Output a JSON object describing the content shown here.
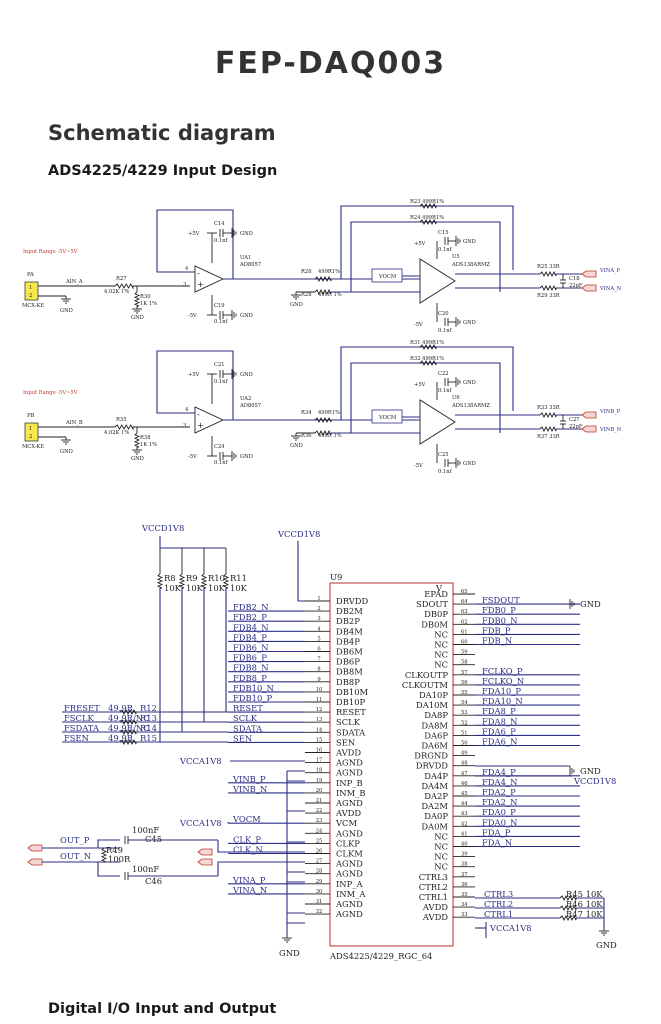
{
  "header": {
    "title": "FEP-DAQ003",
    "section_title": "Schematic diagram",
    "subsection_input": "ADS4225/4229 Input Design",
    "subsection_digital": "Digital I/O Input and Output"
  },
  "front_end": {
    "stages": [
      {
        "input_range": "Input Range -5V~5V",
        "connector": "PA",
        "connector_part": "MCX-KE",
        "pins": [
          "1",
          "2"
        ],
        "net": "AIN_A",
        "opamp": "UA1",
        "opamp_part": "AD8057",
        "r_in": "R27",
        "r_in_val": "4.02K 1%",
        "r_div": "R30",
        "r_div_val": "1K 1%",
        "cap_top": "C14",
        "cap_bot": "C19",
        "cap_val": "0.1nf",
        "supply_pos": "+5V",
        "supply_neg": "-5V",
        "gnd": "GND",
        "driver": "U5",
        "driver_part": "ADS138ARMZ",
        "r_fb1": "R23 499R1%",
        "r_fb2": "R24 499R1%",
        "r_ga": "R26",
        "r_ga_val": "499R1%",
        "r_gb": "R28",
        "r_gb_val": "499R 1%",
        "cap_u_top": "C15",
        "cap_u_bot": "C20",
        "vocm": "VOCM",
        "r_out_p": "R25",
        "r_out_n": "R29",
        "r_out_val": "33R",
        "cap_out": "C18",
        "cap_out_val": "22pF",
        "out_p": "VINA_P",
        "out_n": "VINA_N"
      },
      {
        "input_range": "Input Range -5V~5V",
        "connector": "PB",
        "connector_part": "MCX-KE",
        "pins": [
          "1",
          "2"
        ],
        "net": "AIN_B",
        "opamp": "UA2",
        "opamp_part": "AD8057",
        "r_in": "R35",
        "r_in_val": "4.02K 1%",
        "r_div": "R38",
        "r_div_val": "1K 1%",
        "cap_top": "C21",
        "cap_bot": "C24",
        "cap_val": "0.1nf",
        "supply_pos": "+5V",
        "supply_neg": "-5V",
        "gnd": "GND",
        "driver": "U6",
        "driver_part": "ADS138ARMZ",
        "r_fb1": "R31 499R1%",
        "r_fb2": "R32 499R1%",
        "r_ga": "R34",
        "r_ga_val": "499R1%",
        "r_gb": "R36",
        "r_gb_val": "499R 1%",
        "cap_u_top": "C22",
        "cap_u_bot": "C25",
        "vocm": "VOCM",
        "r_out_p": "R33",
        "r_out_n": "R37",
        "r_out_val": "33R",
        "cap_out": "C27",
        "cap_out_val": "22pF",
        "out_p": "VINB_P",
        "out_n": "VINB_N"
      }
    ]
  },
  "adc": {
    "ref": "U9",
    "part": "ADS4225/4229_RGC_64",
    "vccd_top": "VCCD1V8",
    "vccd_mid": "VCCD1V8",
    "vcca1": "VCCA1V8",
    "vcca2": "VCCA1V8",
    "vcca3": "VCCA1V8",
    "gnd": "GND",
    "pullups": [
      {
        "ref": "R8",
        "val": "10K"
      },
      {
        "ref": "R9",
        "val": "10K"
      },
      {
        "ref": "R10",
        "val": "10K"
      },
      {
        "ref": "R11",
        "val": "10K"
      }
    ],
    "left_pins": [
      {
        "num": "1",
        "name": "DRVDD",
        "net": ""
      },
      {
        "num": "2",
        "name": "DB2M",
        "net": "FDB2_N"
      },
      {
        "num": "3",
        "name": "DB2P",
        "net": "FDB2_P"
      },
      {
        "num": "4",
        "name": "DB4M",
        "net": "FDB4_N"
      },
      {
        "num": "5",
        "name": "DB4P",
        "net": "FDB4_P"
      },
      {
        "num": "6",
        "name": "DB6M",
        "net": "FDB6_N"
      },
      {
        "num": "7",
        "name": "DB6P",
        "net": "FDB6_P"
      },
      {
        "num": "8",
        "name": "DB8M",
        "net": "FDB8_N"
      },
      {
        "num": "9",
        "name": "DB8P",
        "net": "FDB8_P"
      },
      {
        "num": "10",
        "name": "DB10M",
        "net": "FDB10_N"
      },
      {
        "num": "11",
        "name": "DB10P",
        "net": "FDB10_P"
      },
      {
        "num": "12",
        "name": "RESET",
        "net": "RESET"
      },
      {
        "num": "13",
        "name": "SCLK",
        "net": "SCLK"
      },
      {
        "num": "14",
        "name": "SDATA",
        "net": "SDATA"
      },
      {
        "num": "15",
        "name": "SEN",
        "net": "SEN"
      },
      {
        "num": "16",
        "name": "AVDD",
        "net": ""
      },
      {
        "num": "17",
        "name": "AGND",
        "net": ""
      },
      {
        "num": "18",
        "name": "AGND",
        "net": ""
      },
      {
        "num": "19",
        "name": "INP_B",
        "net": "VINB_P"
      },
      {
        "num": "20",
        "name": "INM_B",
        "net": "VINB_N"
      },
      {
        "num": "21",
        "name": "AGND",
        "net": ""
      },
      {
        "num": "22",
        "name": "AVDD",
        "net": ""
      },
      {
        "num": "23",
        "name": "VCM",
        "net": "VOCM"
      },
      {
        "num": "24",
        "name": "AGND",
        "net": ""
      },
      {
        "num": "25",
        "name": "CLKP",
        "net": "CLK_P"
      },
      {
        "num": "26",
        "name": "CLKM",
        "net": "CLK_N"
      },
      {
        "num": "27",
        "name": "AGND",
        "net": ""
      },
      {
        "num": "28",
        "name": "AGND",
        "net": ""
      },
      {
        "num": "29",
        "name": "INP_A",
        "net": "VINA_P"
      },
      {
        "num": "30",
        "name": "INM_A",
        "net": "VINA_N"
      },
      {
        "num": "31",
        "name": "AGND",
        "net": ""
      },
      {
        "num": "32",
        "name": "AGND",
        "net": ""
      }
    ],
    "right_pins": [
      {
        "num": "65",
        "name": "EPAD",
        "net": ""
      },
      {
        "num": "64",
        "name": "SDOUT",
        "net": "FSDOUT"
      },
      {
        "num": "63",
        "name": "DB0P",
        "net": "FDB0_P"
      },
      {
        "num": "62",
        "name": "DB0M",
        "net": "FDB0_N"
      },
      {
        "num": "61",
        "name": "NC",
        "net": "FDB_P"
      },
      {
        "num": "60",
        "name": "NC",
        "net": "FDB_N"
      },
      {
        "num": "59",
        "name": "NC",
        "net": ""
      },
      {
        "num": "58",
        "name": "NC",
        "net": ""
      },
      {
        "num": "57",
        "name": "CLKOUTP",
        "net": "FCLKO_P"
      },
      {
        "num": "56",
        "name": "CLKOUTM",
        "net": "FCLKO_N"
      },
      {
        "num": "55",
        "name": "DA10P",
        "net": "FDA10_P"
      },
      {
        "num": "54",
        "name": "DA10M",
        "net": "FDA10_N"
      },
      {
        "num": "53",
        "name": "DA8P",
        "net": "FDA8_P"
      },
      {
        "num": "52",
        "name": "DA8M",
        "net": "FDA8_N"
      },
      {
        "num": "51",
        "name": "DA6P",
        "net": "FDA6_P"
      },
      {
        "num": "50",
        "name": "DA6M",
        "net": "FDA6_N"
      },
      {
        "num": "49",
        "name": "DRGND",
        "net": ""
      },
      {
        "num": "48",
        "name": "DRVDD",
        "net": ""
      },
      {
        "num": "47",
        "name": "DA4P",
        "net": "FDA4_P"
      },
      {
        "num": "46",
        "name": "DA4M",
        "net": "FDA4_N"
      },
      {
        "num": "45",
        "name": "DA2P",
        "net": "FDA2_P"
      },
      {
        "num": "44",
        "name": "DA2M",
        "net": "FDA2_N"
      },
      {
        "num": "43",
        "name": "DA0P",
        "net": "FDA0_P"
      },
      {
        "num": "42",
        "name": "DA0M",
        "net": "FDA0_N"
      },
      {
        "num": "41",
        "name": "NC",
        "net": "FDA_P"
      },
      {
        "num": "40",
        "name": "NC",
        "net": "FDA_N"
      },
      {
        "num": "39",
        "name": "NC",
        "net": ""
      },
      {
        "num": "38",
        "name": "NC",
        "net": ""
      },
      {
        "num": "37",
        "name": "CTRL3",
        "net": "CTRL3"
      },
      {
        "num": "36",
        "name": "CTRL2",
        "net": "CTRL2"
      },
      {
        "num": "35",
        "name": "CTRL1",
        "net": "CTRL1"
      },
      {
        "num": "34",
        "name": "AVDD",
        "net": ""
      },
      {
        "num": "33",
        "name": "AVDD",
        "net": ""
      }
    ],
    "top_pin": "V",
    "ctrl_res": [
      {
        "ref": "R45",
        "val": "10K"
      },
      {
        "ref": "R46",
        "val": "10K"
      },
      {
        "ref": "R47",
        "val": "10K"
      }
    ],
    "serial_in": [
      {
        "net": "FRESET",
        "r": "R12",
        "val": "49.9R"
      },
      {
        "net": "FSCLK",
        "r": "R13",
        "val": "49.9R/NC"
      },
      {
        "net": "FSDATA",
        "r": "R14",
        "val": "49.9R/NC"
      },
      {
        "net": "FSEN",
        "r": "R15",
        "val": "49.9R"
      }
    ],
    "clock": {
      "out_p": "OUT_P",
      "out_n": "OUT_N",
      "c_top": "C45",
      "c_bot": "C46",
      "c_val": "100nF",
      "r_term": "R49",
      "r_term_val": "100R"
    }
  }
}
